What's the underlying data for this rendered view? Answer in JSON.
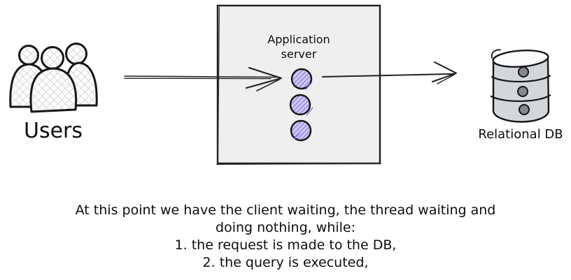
{
  "diagram": {
    "users": {
      "label": "Users",
      "icon": "users-group-icon"
    },
    "app_server": {
      "label_line1": "Application",
      "label_line2": "server",
      "thread_icon": "thread-circle-icon",
      "thread_count": 3
    },
    "database": {
      "label": "Relational DB",
      "icon": "database-cylinder-icon"
    },
    "arrows": [
      {
        "name": "users-to-server",
        "direction": "right"
      },
      {
        "name": "server-to-db",
        "direction": "right"
      }
    ],
    "caption": {
      "lines": [
        "At this point we have the client waiting, the thread waiting and",
        "doing nothing, while:",
        "1. the request is made to the DB,",
        "2. the query is executed,"
      ]
    },
    "colors": {
      "background": "#ffffff",
      "outline": "#1a1a1a",
      "box_fill": "#efefef",
      "thread_fill": "#cfc9f1",
      "thread_hatch": "#8b7de6",
      "db_fill": "#d4d7da",
      "db_top_fill": "#fbfbfb",
      "db_knob": "#85898e",
      "users_hatch": "#d9d9d9",
      "text": "#0d0d0d"
    }
  }
}
